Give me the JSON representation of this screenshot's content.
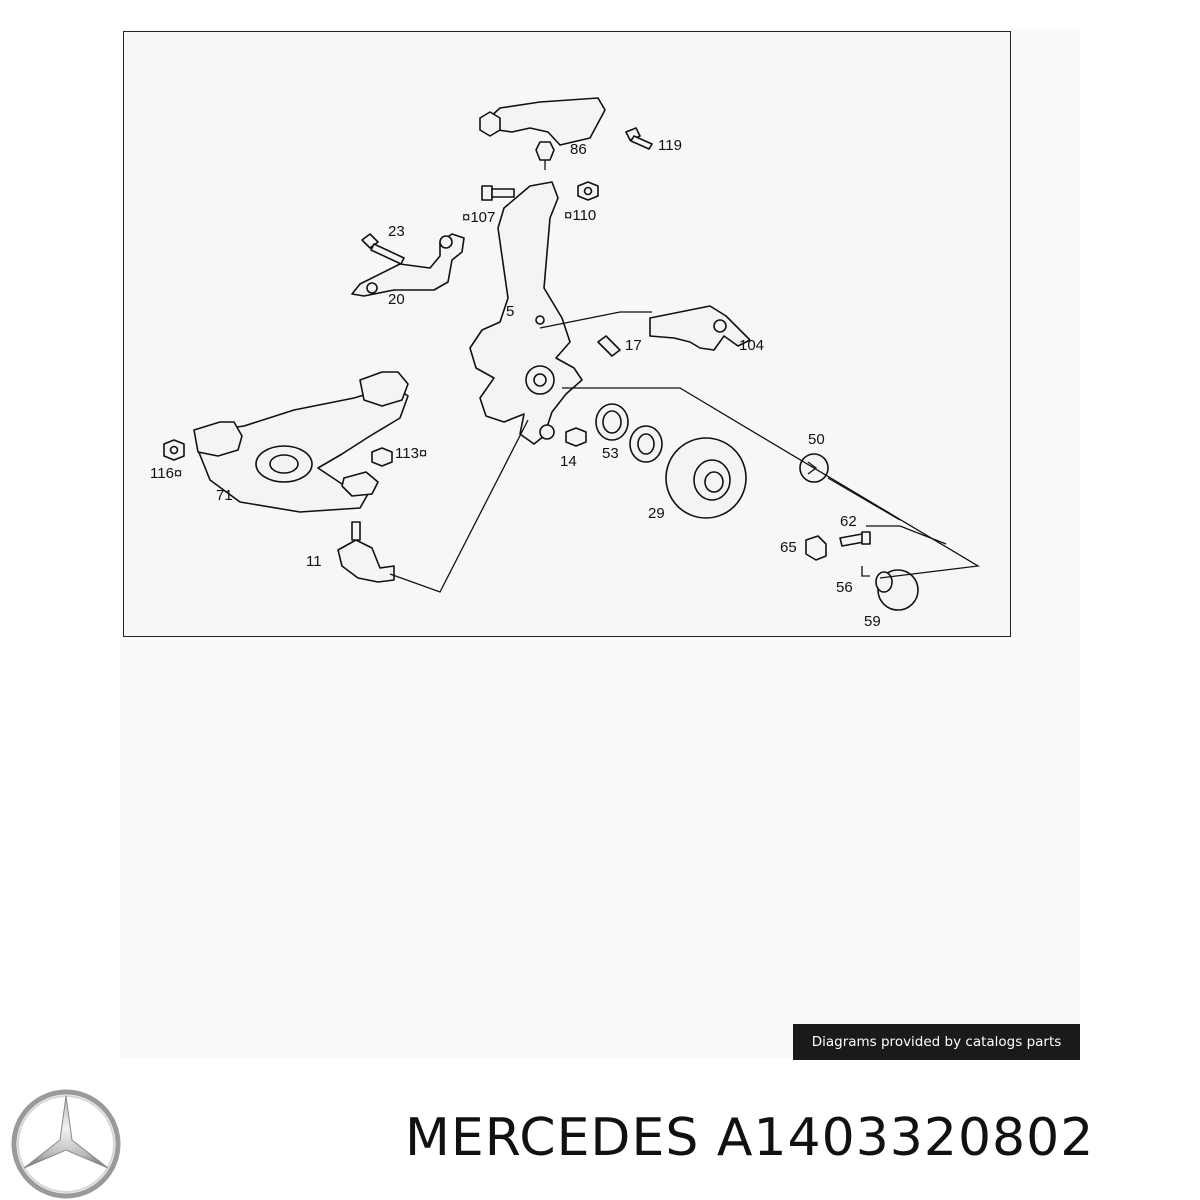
{
  "diagram": {
    "callouts": [
      {
        "id": "c86",
        "text": "86"
      },
      {
        "id": "c119",
        "text": "119"
      },
      {
        "id": "c107",
        "text": "¤107"
      },
      {
        "id": "c110",
        "text": "¤110"
      },
      {
        "id": "c23",
        "text": "23"
      },
      {
        "id": "c20",
        "text": "20"
      },
      {
        "id": "c5",
        "text": "5"
      },
      {
        "id": "c17",
        "text": "17"
      },
      {
        "id": "c104",
        "text": "104"
      },
      {
        "id": "c113",
        "text": "113¤"
      },
      {
        "id": "c116",
        "text": "116¤"
      },
      {
        "id": "c71",
        "text": "71"
      },
      {
        "id": "c14",
        "text": "14"
      },
      {
        "id": "c53",
        "text": "53"
      },
      {
        "id": "c50",
        "text": "50"
      },
      {
        "id": "c29",
        "text": "29"
      },
      {
        "id": "c62",
        "text": "62"
      },
      {
        "id": "c65",
        "text": "65"
      },
      {
        "id": "c56",
        "text": "56"
      },
      {
        "id": "c59",
        "text": "59"
      },
      {
        "id": "c11",
        "text": "11"
      }
    ]
  },
  "credit": "Diagrams provided by catalogs parts",
  "footer": {
    "brand": "MERCEDES",
    "part_number": "A1403320802"
  },
  "logo": {
    "name": "mercedes-star-logo"
  }
}
